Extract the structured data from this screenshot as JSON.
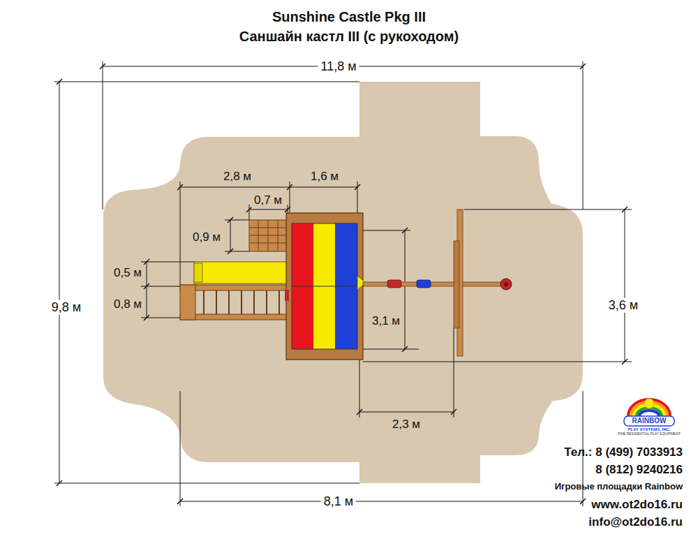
{
  "diagram": {
    "title": "Sunshine Castle Pkg III",
    "labels": [
      "Саншайн кастл III (с рукоходом)",
      "11,8 м",
      "2,8 м",
      "1,6 м",
      "0,7 м",
      "0,9 м",
      "0,5 м",
      "0,8 м",
      "9,8 м",
      "3,1 м",
      "3,6 м",
      "2,3 м",
      "8,1 м",
      "RAINBOW",
      "PLAY SYSTEMS, INC.",
      "FINE RESIDENTIAL PLAY EQUIPMENT",
      "Тел.: 8 (499) 7033913",
      "8 (812) 9240216",
      "Игровые площадки Rainbow",
      "www.ot2do16.ru",
      "info@ot2do16.ru"
    ]
  }
}
